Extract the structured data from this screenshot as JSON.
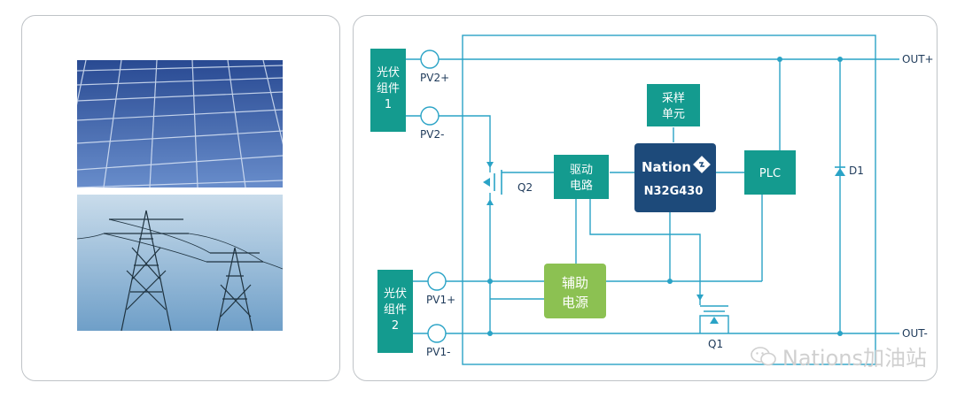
{
  "colors": {
    "line": "#2aa3c6",
    "teal_box": "#149b8f",
    "green_box": "#8cc152",
    "mcu_box": "#1d4a7a",
    "text_dark": "#1e3a5a",
    "white": "#ffffff"
  },
  "images": {
    "solar": "solar-panel-photo",
    "tower": "power-tower-photo"
  },
  "diagram": {
    "pv_module_1": "光伏组件1",
    "pv_module_2": "光伏组件2",
    "pv2_plus": "PV2+",
    "pv2_minus": "PV2-",
    "pv1_plus": "PV1+",
    "pv1_minus": "PV1-",
    "q2": "Q2",
    "q1": "Q1",
    "d1": "D1",
    "out_plus": "OUT+",
    "out_minus": "OUT-",
    "sampling_unit": "采样单元",
    "driver_circuit": "驱动电路",
    "aux_power": "辅助电源",
    "plc": "PLC",
    "mcu_brand": "Nation",
    "mcu_model": "N32G430"
  },
  "watermark": "Nations加油站"
}
